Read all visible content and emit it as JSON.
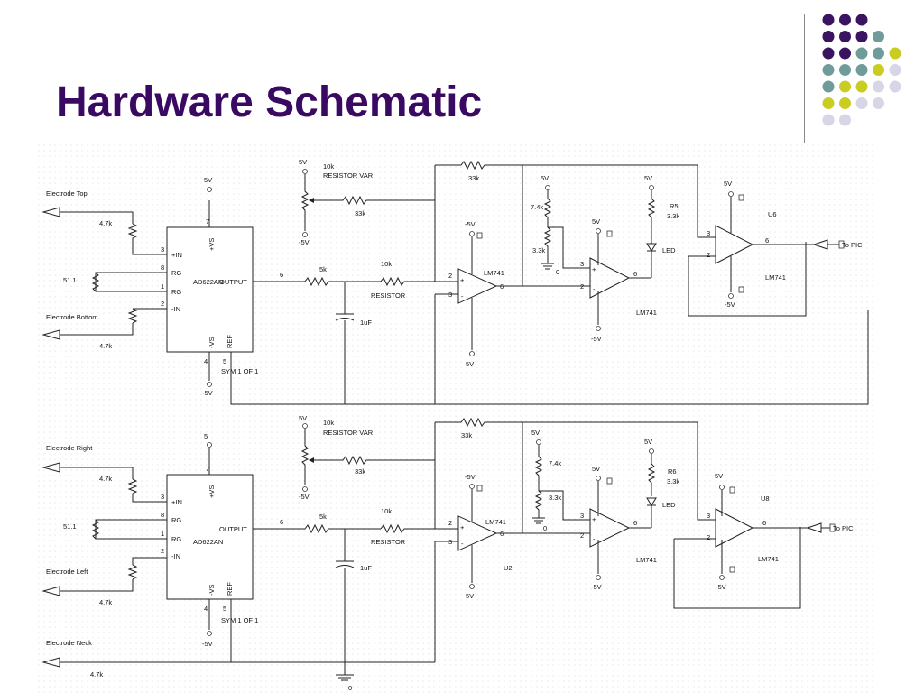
{
  "slide": {
    "title": "Hardware Schematic",
    "dot_colors": [
      "#3a1460",
      "#6f9b9b",
      "#c9cd22",
      "#d7d6e6"
    ]
  },
  "top": {
    "electrode_a": "Electrode Top",
    "electrode_b": "Electrode Bottom",
    "r_in_a": "4.7k",
    "r_in_b": "4.7k",
    "rg": "51.1",
    "chip": "AD622AN",
    "pin_inp": "+IN",
    "pin_rg1": "RG",
    "pin_rg2": "RG",
    "pin_inn": "-IN",
    "n3": "3",
    "n8": "8",
    "n1": "1",
    "n2": "2",
    "n6": "6",
    "n7": "7",
    "n4": "4",
    "n5": "5",
    "vs_pos": "+VS",
    "vs_neg": "-VS",
    "ref": "REF",
    "output": "OUTPUT",
    "sup_top": "5V",
    "sup_bot": "-5V",
    "sym": "SYM 1 OF 1",
    "r5k": "5k",
    "r10k": "10k",
    "resistor": "RESISTOR",
    "cap": "1uF",
    "pot_top": "5V",
    "pot_val": "10k",
    "pot_name": "RESISTOR VAR",
    "pot_bot": "-5V",
    "r33a": "33k",
    "r33b": "33k",
    "oa1": "LM741",
    "oa1_top": "-5V",
    "oa1_bot": "5V",
    "v5a": "5V",
    "r74": "7.4k",
    "r33k": "3.3k",
    "gnd": "0",
    "oa2": "LM741",
    "oa2_top": "5V",
    "oa2_bot": "-5V",
    "v5b": "5V",
    "rname": "R5",
    "rled": "3.3k",
    "led": "LED",
    "oa3": "LM741",
    "oa3_top": "5V",
    "oa3_bot": "-5V",
    "uname": "U6",
    "out": "To PIC"
  },
  "bottom": {
    "electrode_a": "Electrode Right",
    "electrode_b": "Electrode Left",
    "electrode_c": "Electrode Neck",
    "r_in_a": "4.7k",
    "r_in_b": "4.7k",
    "r_in_c": "4.7k",
    "rg": "51.1",
    "chip": "AD622AN",
    "pin_inp": "+IN",
    "pin_rg1": "RG",
    "pin_rg2": "RG",
    "pin_inn": "-IN",
    "n3": "3",
    "n8": "8",
    "n1": "1",
    "n2": "2",
    "n6": "6",
    "n7": "7",
    "n4": "4",
    "n5": "5",
    "vs_pos": "+VS",
    "vs_neg": "-VS",
    "ref": "REF",
    "output": "OUTPUT",
    "sup_top": "5",
    "sup_bot": "-5V",
    "sym": "SYM 1 OF 1",
    "r5k": "5k",
    "r10k": "10k",
    "resistor": "RESISTOR",
    "cap": "1uF",
    "pot_top": "5V",
    "pot_val": "10k",
    "pot_name": "RESISTOR VAR",
    "pot_bot": "-5V",
    "r33a": "33k",
    "r33b": "33k",
    "oa1": "LM741",
    "oa1_top": "-5V",
    "oa1_bot": "5V",
    "oa1_u": "U2",
    "v5a": "5V",
    "r74": "7.4k",
    "r33k": "3.3k",
    "gnd": "0",
    "oa2": "LM741",
    "oa2_top": "5V",
    "oa2_bot": "-5V",
    "v5b": "5V",
    "rname": "R6",
    "rled": "3.3k",
    "led": "LED",
    "oa3": "LM741",
    "oa3_top": "5V",
    "oa3_bot": "-5V",
    "uname": "U8",
    "out": "To PIC",
    "gnd_main": "0"
  }
}
